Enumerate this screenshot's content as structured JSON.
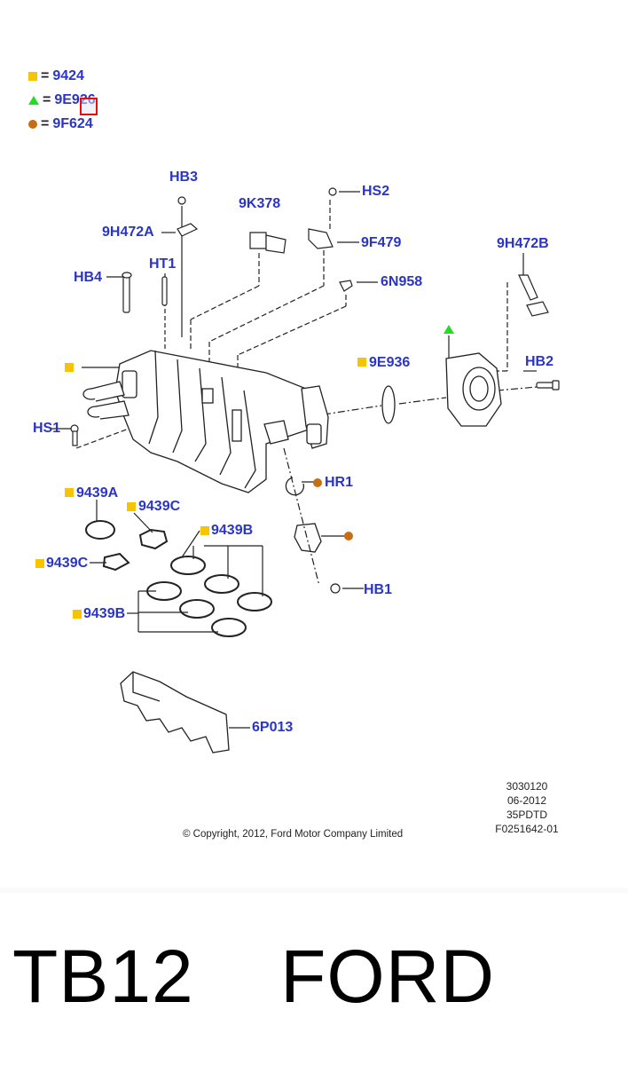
{
  "legend": [
    {
      "icon": "yellow-square",
      "eq": "=",
      "code": "9424"
    },
    {
      "icon": "green-triangle",
      "eq": "=",
      "code": "9E926"
    },
    {
      "icon": "orange-circle",
      "eq": "=",
      "code": "9F624"
    }
  ],
  "labels": {
    "hb3": "HB3",
    "k378": "9K378",
    "hs2": "HS2",
    "h472a": "9H472A",
    "f479": "9F479",
    "h472b": "9H472B",
    "hb4": "HB4",
    "ht1": "HT1",
    "n958": "6N958",
    "e936": "9E936",
    "hb2": "HB2",
    "hs1": "HS1",
    "hr1": "HR1",
    "a9439": "9439A",
    "c9439_top": "9439C",
    "b9439_top": "9439B",
    "c9439_left": "9439C",
    "b9439_left": "9439B",
    "hb1": "HB1",
    "p013": "6P013"
  },
  "meta": {
    "line1": "3030120",
    "line2": "06-2012",
    "line3": "35PDTD",
    "line4": "F0251642-01"
  },
  "copyright": "© Copyright, 2012, Ford Motor Company Limited",
  "caption": "TB12    FORD",
  "colors": {
    "label": "#2a35c8",
    "square": "#f6c400",
    "triangle": "#22dd22",
    "circle": "#c66e10",
    "highlight": "#e01010"
  }
}
